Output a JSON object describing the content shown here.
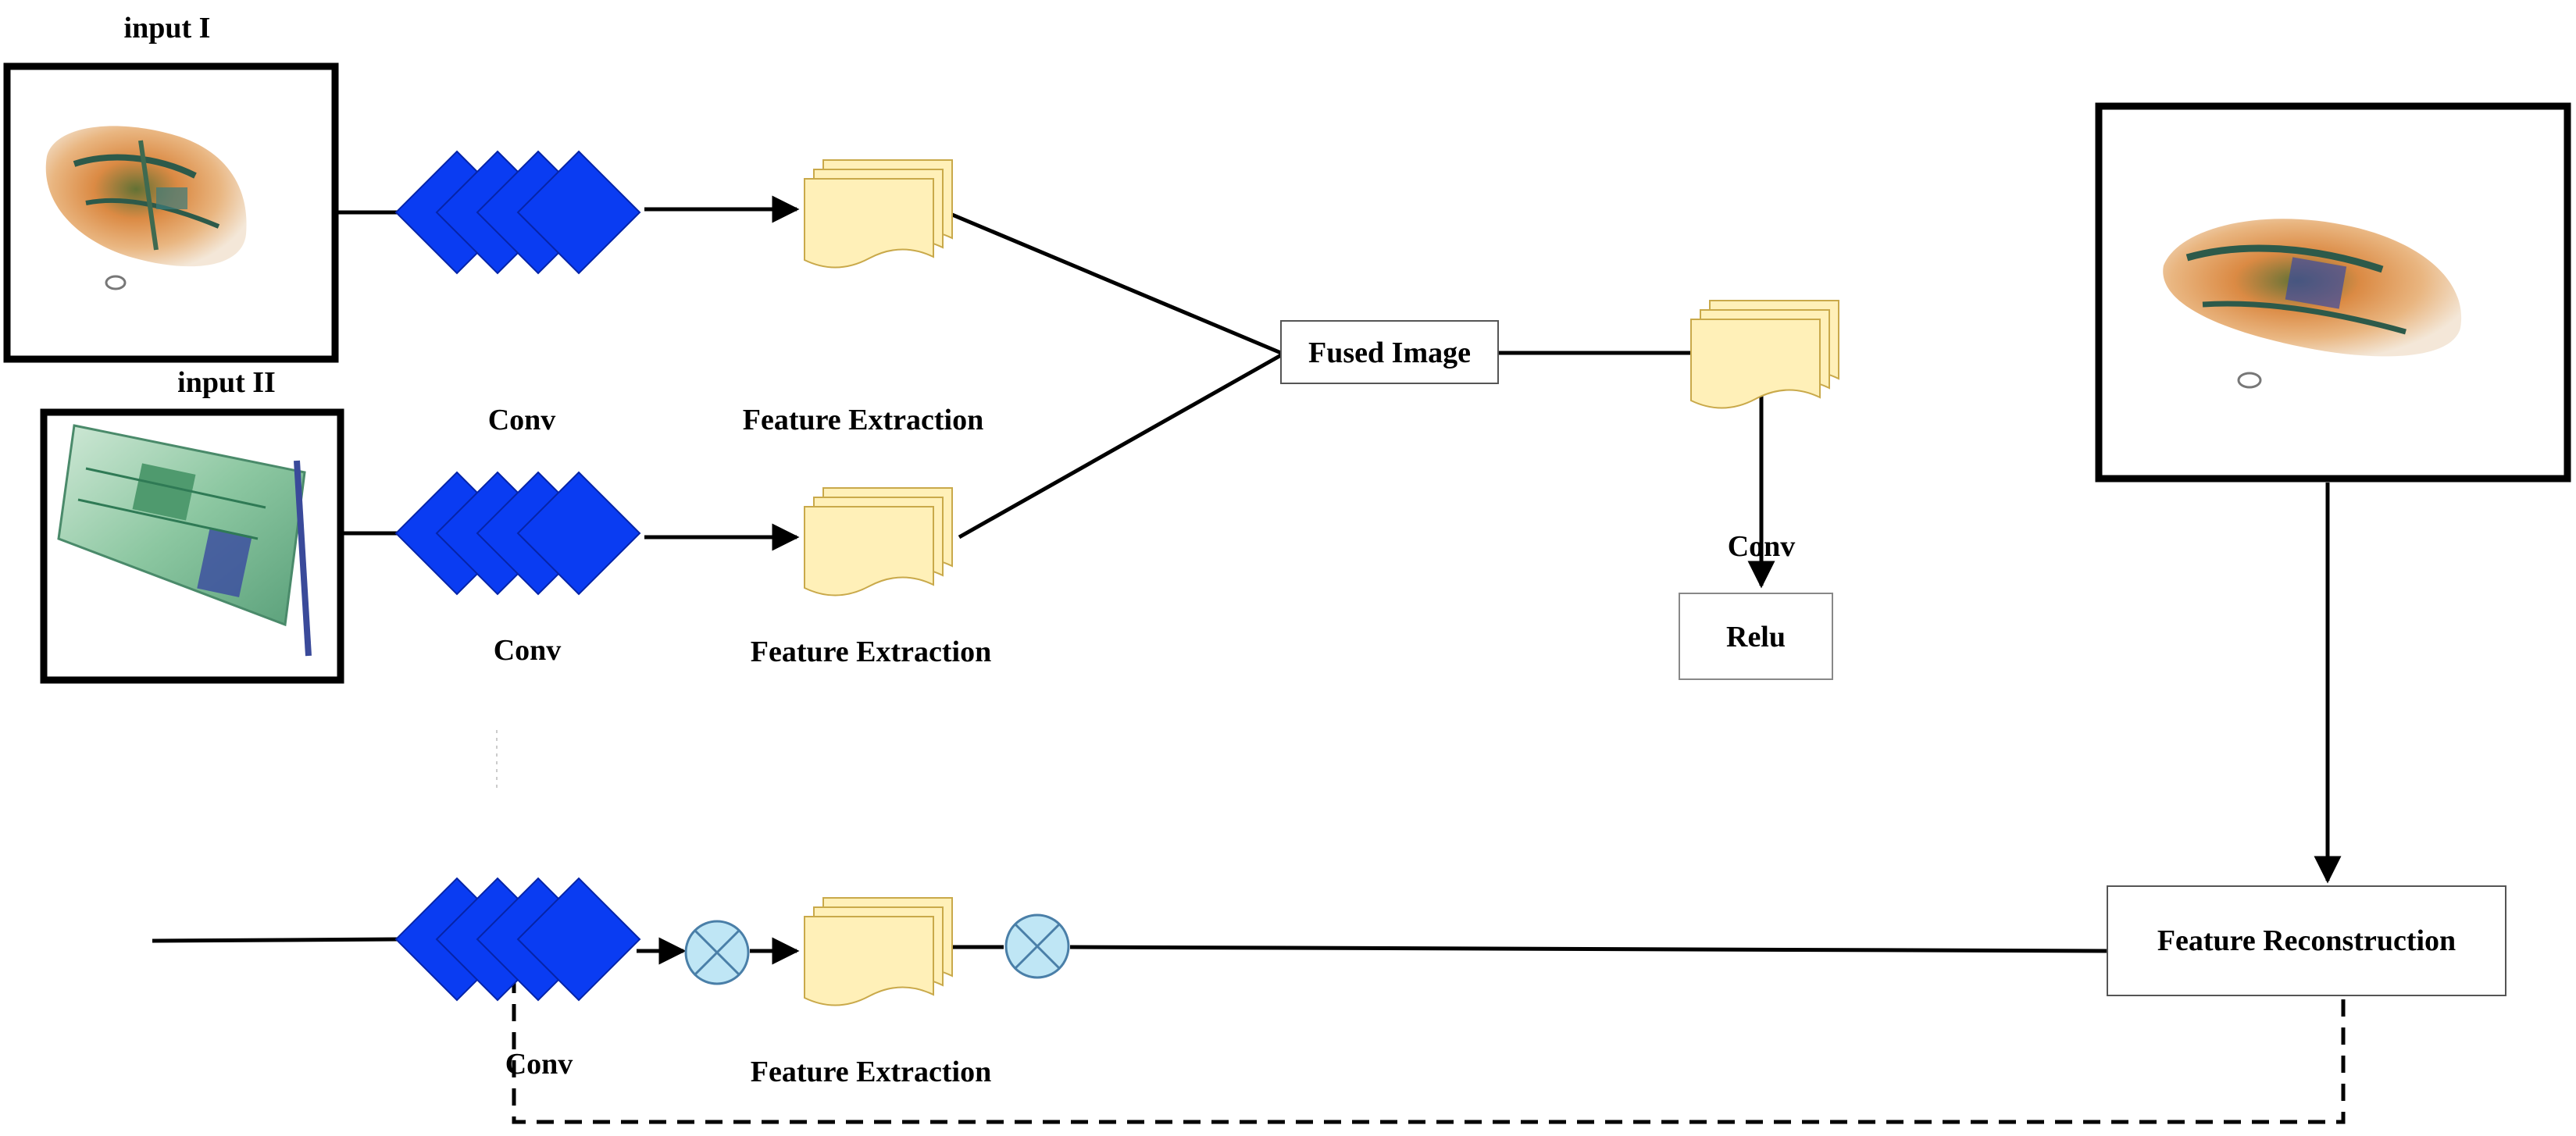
{
  "diagram": {
    "inputs": [
      {
        "label": "input I"
      },
      {
        "label": "input II"
      }
    ],
    "conv_labels": [
      "Conv",
      "Conv",
      "Conv",
      "Conv"
    ],
    "feature_extraction_labels": [
      "Feature Extraction",
      "Feature Extraction",
      "Feature Extraction"
    ],
    "fused_image": "Fused Image",
    "relu": "Relu",
    "feature_reconstruction": "Feature Reconstruction"
  },
  "colors": {
    "conv_fill": "#0a3cf2",
    "conv_stroke": "#0624a8",
    "feature_fill": "#fff0b8",
    "feature_stroke": "#c9a94a",
    "multiply_fill": "#bfe6f5",
    "multiply_stroke": "#4a7fa8",
    "line": "#000000"
  },
  "icons": {
    "conv": "conv-diamond-stack-icon",
    "feature": "feature-map-stack-icon",
    "multiply": "multiply-circle-icon"
  }
}
